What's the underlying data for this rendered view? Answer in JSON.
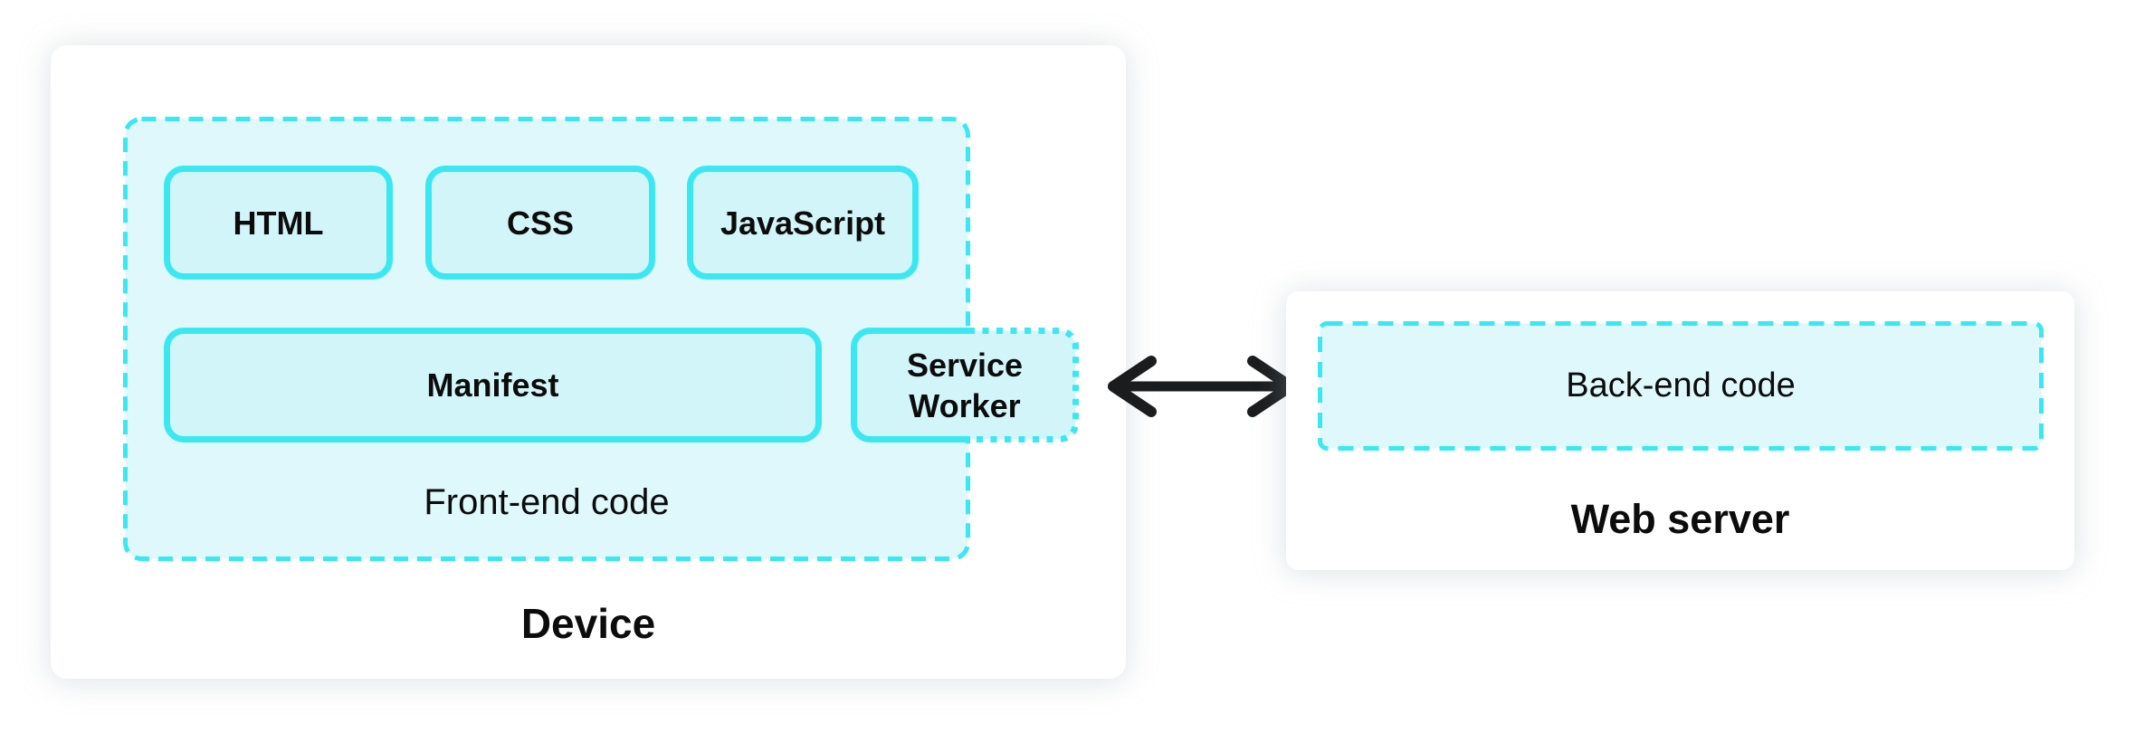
{
  "colors": {
    "accent": "#3BE8F2",
    "container_fill": "#DFF8FC",
    "box_fill": "#D2F5FA",
    "card_bg": "#FFFFFF",
    "page_bg": "#FFFFFF",
    "text": "#0C0C0C",
    "arrow": "#1A1C1E"
  },
  "icons": {
    "connection": "double-headed-arrow"
  },
  "diagram": {
    "device": {
      "label": "Device",
      "frontend": {
        "label": "Front-end code",
        "components": {
          "html": "HTML",
          "css": "CSS",
          "javascript": "JavaScript",
          "manifest": "Manifest",
          "service_worker": "Service Worker"
        }
      }
    },
    "web_server": {
      "label": "Web server",
      "backend": {
        "label": "Back-end code"
      }
    }
  }
}
